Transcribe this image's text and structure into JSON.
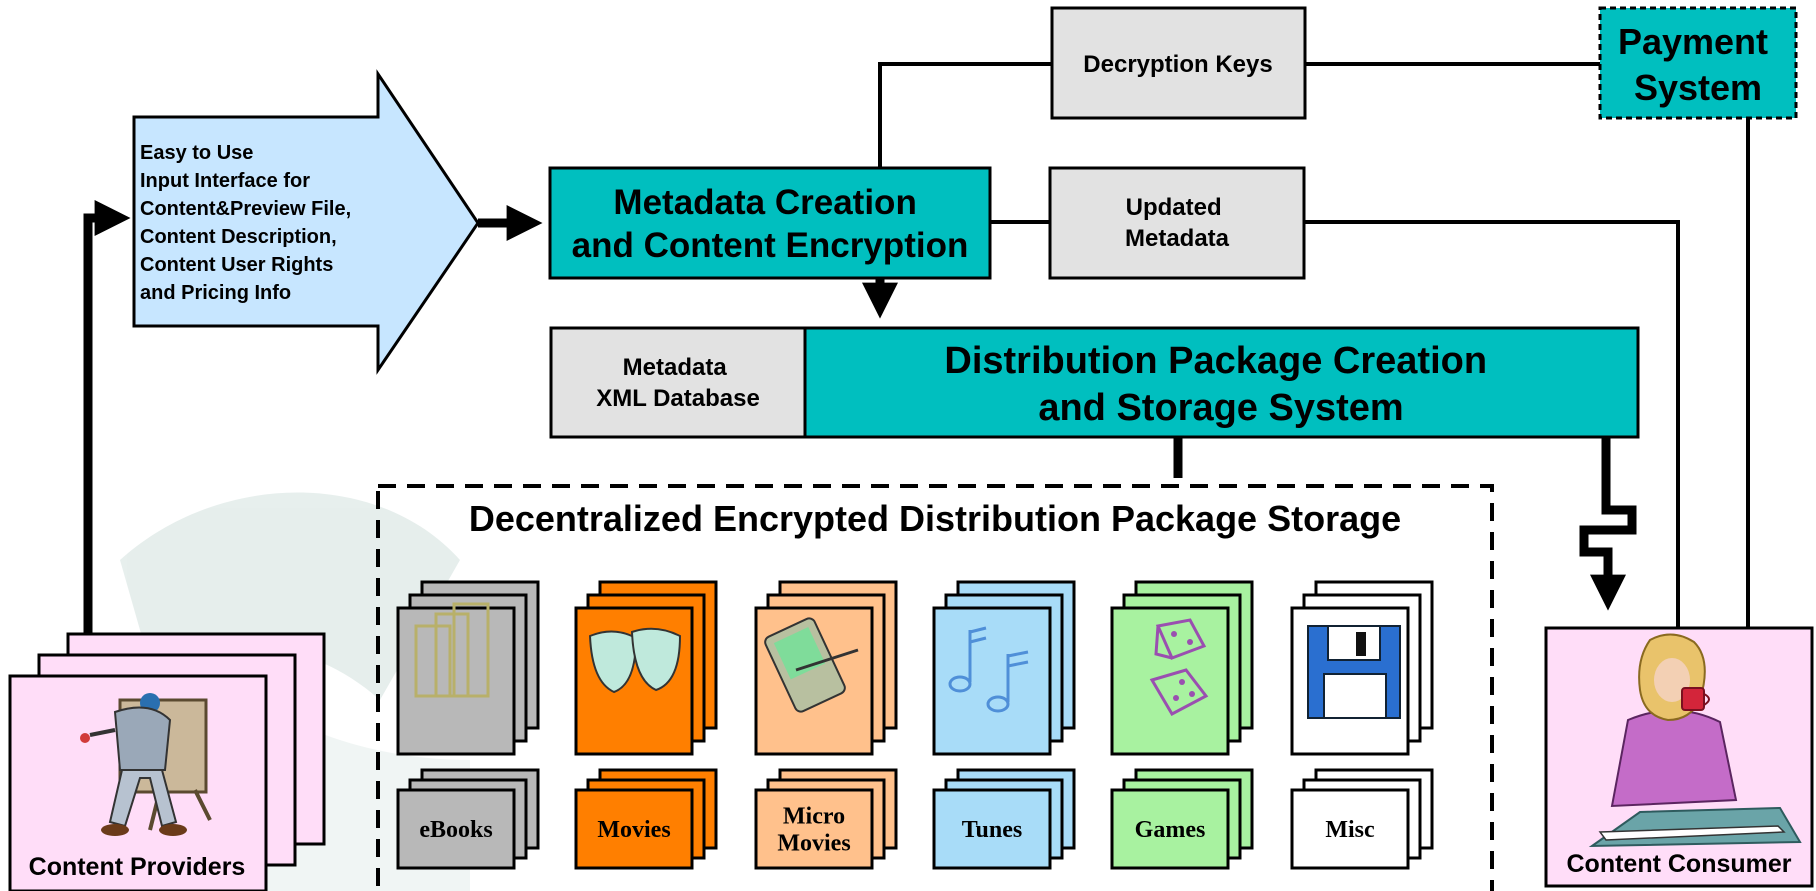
{
  "colors": {
    "teal": "#00BFBF",
    "light_gray": "#E2E2E2",
    "light_blue": "#C7E6FF",
    "pink": "#FFDDF8",
    "gray_stack": "#B8B8B8",
    "orange_stack": "#FF7F00",
    "peach_stack": "#FFC18C",
    "blue_stack": "#A8DCF8",
    "green_stack": "#A8F2A0",
    "white_stack": "#FFFFFF"
  },
  "input_interface": {
    "lines": [
      "Easy to Use",
      "Input Interface for",
      "Content&Preview File,",
      "Content Description,",
      "Content User Rights",
      "and Pricing Info"
    ]
  },
  "metadata_creation": {
    "lines": [
      "Metadata Creation",
      "and Content Encryption"
    ]
  },
  "decryption_keys": {
    "label": "Decryption Keys"
  },
  "updated_metadata": {
    "lines": [
      "Updated",
      "Metadata"
    ]
  },
  "payment_system": {
    "lines": [
      "Payment",
      "System"
    ]
  },
  "metadata_db": {
    "lines": [
      "Metadata",
      "XML Database"
    ]
  },
  "distribution_package": {
    "lines": [
      "Distribution Package Creation",
      "and Storage System"
    ]
  },
  "storage": {
    "title": "Decentralized Encrypted Distribution Package Storage",
    "categories": [
      {
        "key": "ebooks",
        "label": [
          "eBooks"
        ],
        "icon": "books-icon"
      },
      {
        "key": "movies",
        "label": [
          "Movies"
        ],
        "icon": "theater-masks-icon"
      },
      {
        "key": "micro_movies",
        "label": [
          "Micro",
          "Movies"
        ],
        "icon": "handheld-device-icon"
      },
      {
        "key": "tunes",
        "label": [
          "Tunes"
        ],
        "icon": "music-notes-icon"
      },
      {
        "key": "games",
        "label": [
          "Games"
        ],
        "icon": "dice-icon"
      },
      {
        "key": "misc",
        "label": [
          "Misc"
        ],
        "icon": "floppy-disk-icon"
      }
    ]
  },
  "content_providers": {
    "label": "Content Providers",
    "icon": "painter-icon"
  },
  "content_consumer": {
    "label": "Content Consumer",
    "icon": "woman-drinking-coffee-icon"
  }
}
